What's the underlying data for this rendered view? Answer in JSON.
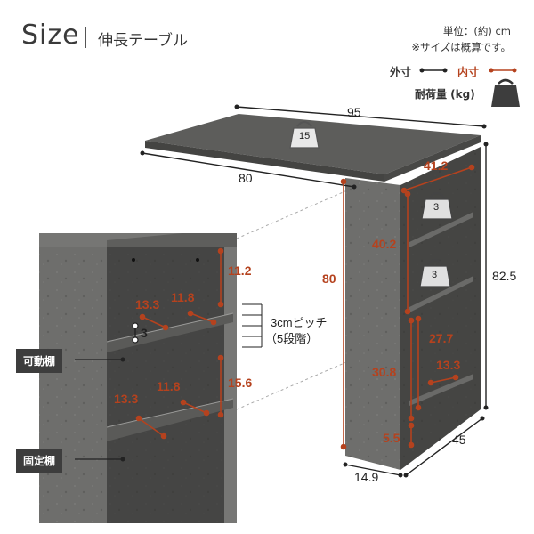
{
  "header": {
    "title": "Size",
    "subtitle": "伸長テーブル",
    "unit_line1": "単位：(約) cm",
    "unit_line2": "※サイズは概算です。"
  },
  "legend": {
    "outer": "外寸",
    "inner": "内寸",
    "load": "耐荷量 (kg)"
  },
  "table_dims": {
    "top_width": "95",
    "top_depth": "80",
    "height": "80",
    "total_height": "82.5",
    "depth": "45",
    "leg_width": "14.9",
    "top_load": "15"
  },
  "shelf_inner": {
    "top_width": "41.2",
    "upper_height": "40.2",
    "lower_height": "30.8",
    "lower_shelf_height": "27.7",
    "lower_depth": "13.3",
    "bottom": "5.5",
    "load_upper": "3",
    "load_lower": "3"
  },
  "detail": {
    "top_gap": "11.2",
    "depth_a": "13.3",
    "width_a": "11.8",
    "pitch_step": "3",
    "pitch_label": "3cmピッチ",
    "pitch_steps": "（5段階）",
    "gap_b": "15.6",
    "depth_b": "13.3",
    "width_b": "11.8",
    "movable_shelf": "可動棚",
    "fixed_shelf": "固定棚"
  },
  "colors": {
    "outer_line": "#222222",
    "inner_line": "#b5421e",
    "concrete": "#6b6b69"
  }
}
